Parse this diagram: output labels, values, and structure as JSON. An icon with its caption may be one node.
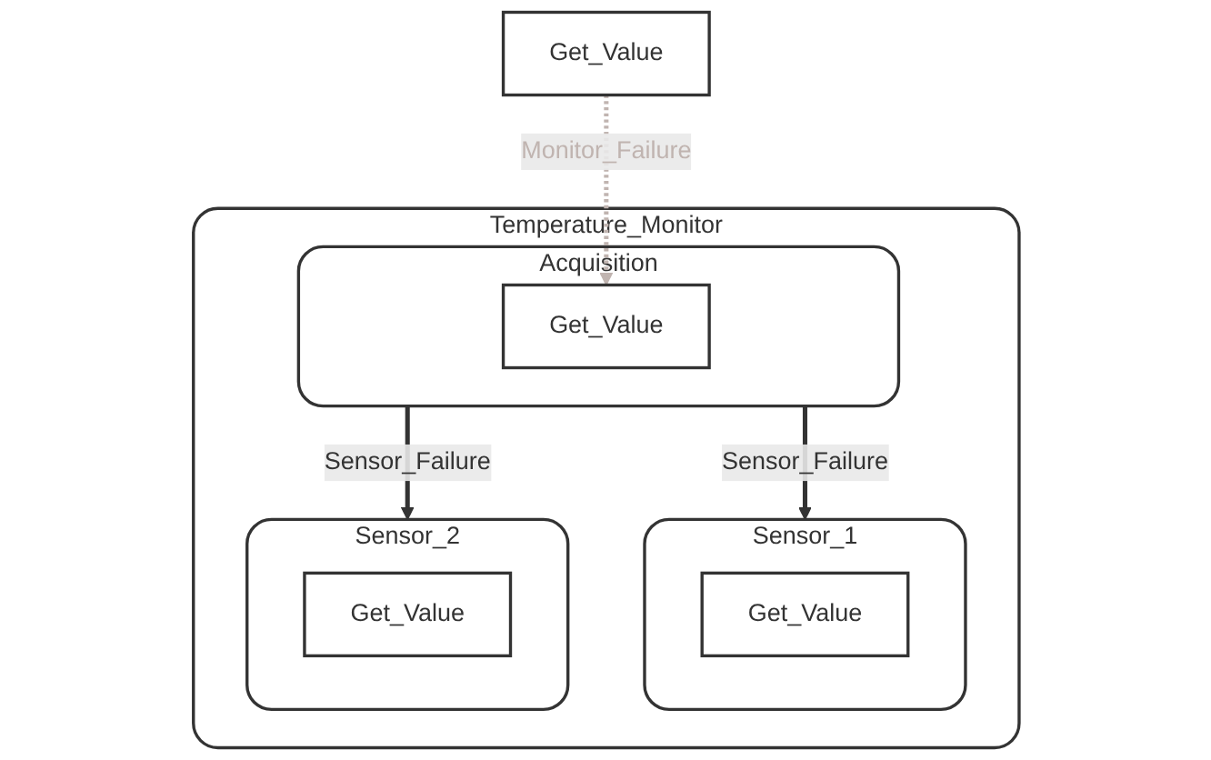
{
  "diagram": {
    "nodes": [
      {
        "text": [
          "Temperature_Monitor"
        ]
      },
      {
        "text": [
          "Get_Value"
        ]
      },
      {
        "text": [
          "Acquisition"
        ],
        "in": 0
      },
      {
        "text": [
          "Get_Value"
        ],
        "in": 2
      },
      {
        "text": [
          "Sensor_1"
        ],
        "in": 0
      },
      {
        "text": [
          "Get_Value"
        ],
        "in": 4
      },
      {
        "text": [
          "Sensor_2"
        ],
        "in": 0
      },
      {
        "text": [
          "Get_Value"
        ],
        "in": 6
      }
    ],
    "edges": [
      {
        "from": 1,
        "to": 3,
        "arrow": "to",
        "label": "Monitor_Failure",
        "style": "dashed",
        "color": "#c0b4b0"
      },
      {
        "from": 2,
        "to": 4,
        "arrow": "to",
        "label": "Sensor_Failure"
      },
      {
        "from": 2,
        "to": 6,
        "arrow": "to",
        "label": "Sensor_Failure"
      }
    ]
  }
}
